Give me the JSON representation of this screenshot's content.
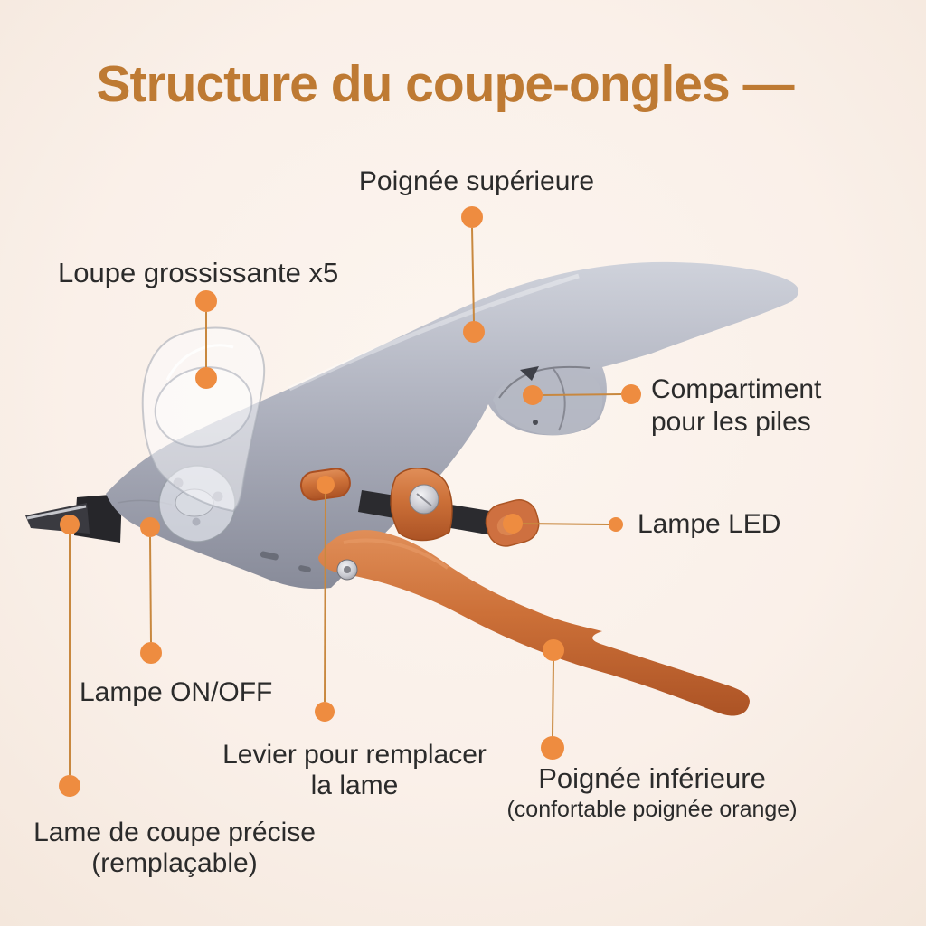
{
  "title": "Structure du coupe-ongles —",
  "palette": {
    "background": "#FAF0E9",
    "title_orange": "#BE7A33",
    "label_text": "#2B2B2B",
    "callout_dot": "#EE8C40",
    "callout_line": "#C8883F",
    "handle_gray": "#A9ACB9",
    "handle_orange": "#C96E38"
  },
  "callouts": [
    {
      "id": "poignee-superieure",
      "label": "Poignée supérieure"
    },
    {
      "id": "loupe-grossissante",
      "label": "Loupe grossissante x5"
    },
    {
      "id": "compartiment-piles",
      "label": "Compartiment",
      "label2": "pour les piles"
    },
    {
      "id": "lampe-led",
      "label": "Lampe LED"
    },
    {
      "id": "lampe-on-off",
      "label": "Lampe ON/OFF"
    },
    {
      "id": "levier-lame",
      "label": "Levier pour remplacer",
      "label2": "la lame"
    },
    {
      "id": "poignee-inferieure",
      "label": "Poignée inférieure",
      "label2": "(confortable poignée orange)"
    },
    {
      "id": "lame-coupe",
      "label": "Lame de coupe précise",
      "label2": "(remplaçable)"
    }
  ]
}
